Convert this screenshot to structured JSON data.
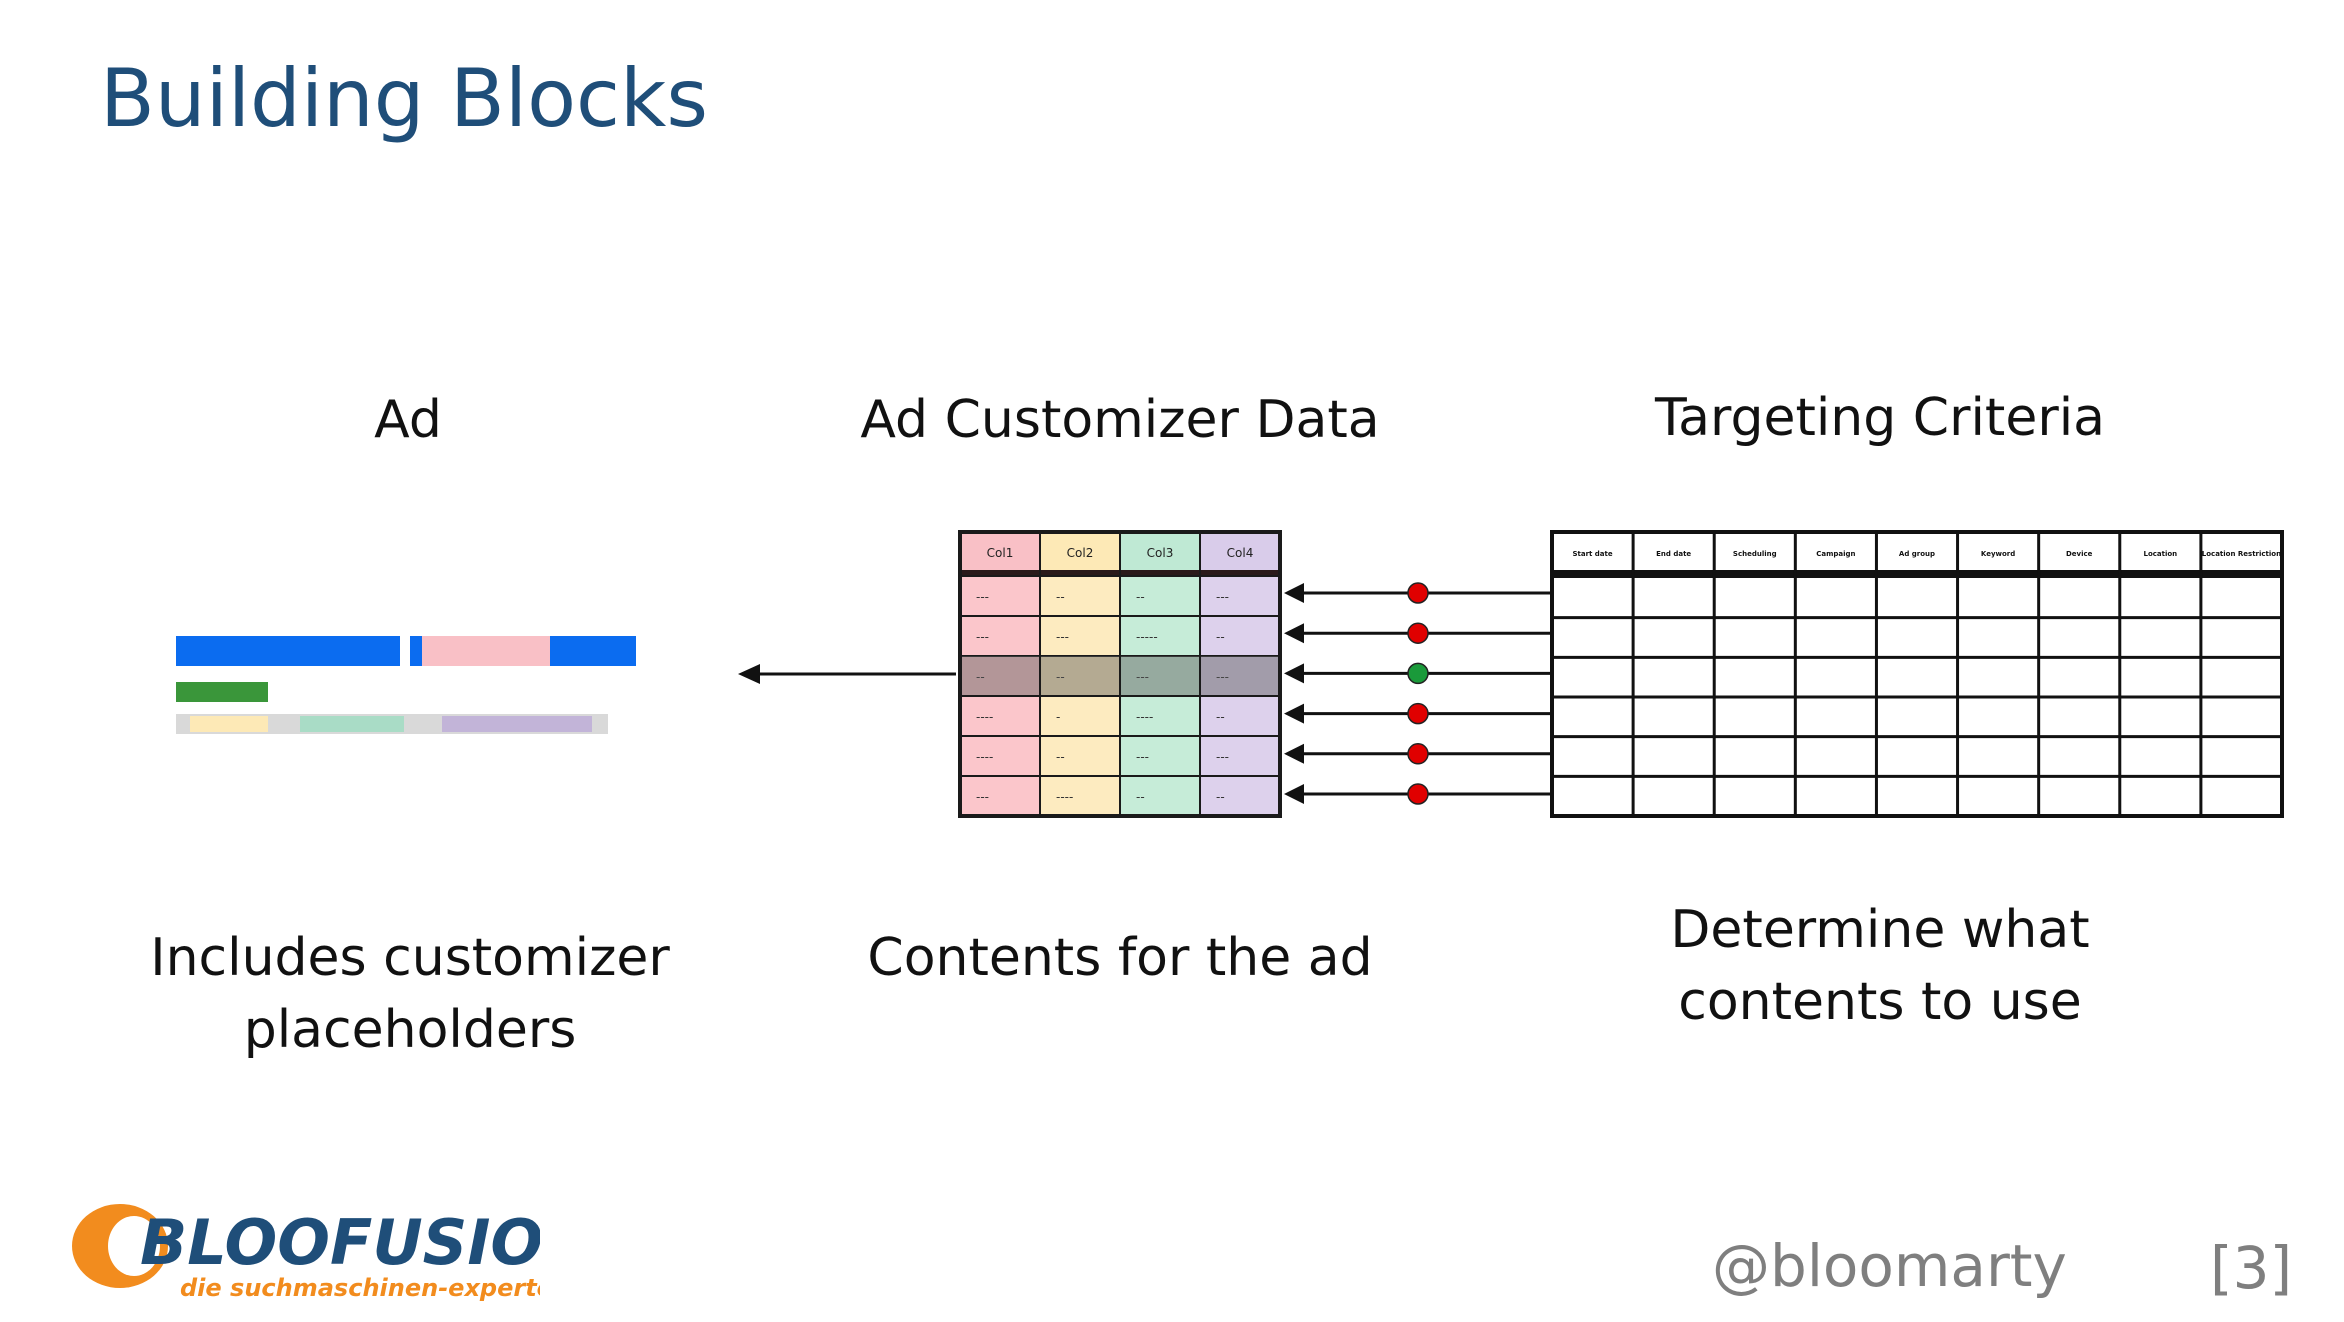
{
  "slide": {
    "title": "Building Blocks",
    "columns": [
      {
        "heading": "Ad",
        "caption_lines": [
          "Includes customizer",
          "placeholders"
        ]
      },
      {
        "heading": "Ad Customizer Data",
        "caption_lines": [
          "Contents for the ad"
        ]
      },
      {
        "heading": "Targeting Criteria",
        "caption_lines": [
          "Determine what",
          "contents to use"
        ]
      }
    ],
    "customizer_table": {
      "headers": [
        "Col1",
        "Col2",
        "Col3",
        "Col4"
      ],
      "header_colors": [
        "#f9c0c6",
        "#fde9b6",
        "#bfe9d4",
        "#d9ccea"
      ],
      "cell_colors": [
        "#fbc6cb",
        "#fdebc0",
        "#c6ecd8",
        "#ddd1ec"
      ],
      "rows": [
        [
          "---",
          "--",
          "--",
          "---"
        ],
        [
          "---",
          "---",
          "-----",
          "--"
        ],
        [
          "--",
          "--",
          "---",
          "---"
        ],
        [
          "----",
          "-",
          "----",
          "--"
        ],
        [
          "----",
          "--",
          "---",
          "---"
        ],
        [
          "---",
          "----",
          "--",
          "--"
        ]
      ],
      "highlighted_row": 3
    },
    "targeting_table": {
      "headers": [
        "Start date",
        "End date",
        "Scheduling",
        "Campaign",
        "Ad group",
        "Keyword",
        "Device",
        "Location",
        "Location Restriction"
      ],
      "row_count": 6
    },
    "connectors": {
      "dot_colors": [
        "#e00000",
        "#e00000",
        "#1a9a3a",
        "#e00000",
        "#e00000",
        "#e00000"
      ],
      "matched_row": 3
    },
    "ad_preview": {
      "colors": {
        "headline": "#0b6cf0",
        "placeholder_pink": "#f9c0c6",
        "url": "#3a963a",
        "line_gray": "#d9d9d9",
        "placeholder_yellow": "#fde9b6",
        "placeholder_green": "#a9dcc6",
        "placeholder_purple": "#c2b4d8"
      }
    },
    "footer": {
      "handle": "@bloomarty",
      "page": "[3]",
      "logo": {
        "brand": "BLOOFUSION",
        "tagline": "die suchmaschinen-experten",
        "brand_color": "#1f4e79",
        "accent_color": "#f28c1e"
      }
    }
  }
}
